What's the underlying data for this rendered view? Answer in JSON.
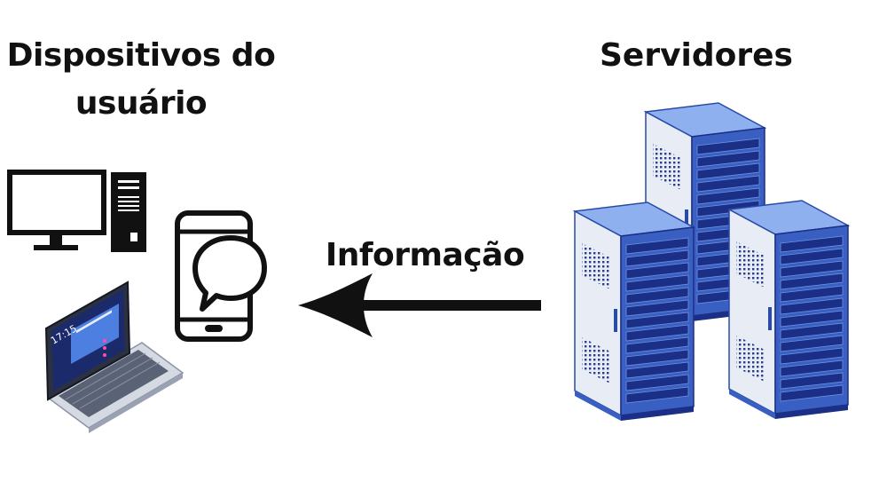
{
  "devices": {
    "title_line1": "Dispositivos do",
    "title_line2": "usuário"
  },
  "servers": {
    "title": "Servidores"
  },
  "flow": {
    "label": "Informação",
    "direction": "servers-to-devices"
  },
  "laptop": {
    "clock": "17:15"
  },
  "colors": {
    "rack_front": "#e7ecf5",
    "rack_side": "#3a5fc2",
    "rack_top": "#8fb0ef",
    "rack_dark": "#1c2f86",
    "laptop_screen": "#1b2a6a",
    "laptop_accent": "#4d7fe0"
  },
  "icons": [
    "desktop-computer-icon",
    "smartphone-chat-icon",
    "laptop-icon",
    "server-rack-icon"
  ]
}
